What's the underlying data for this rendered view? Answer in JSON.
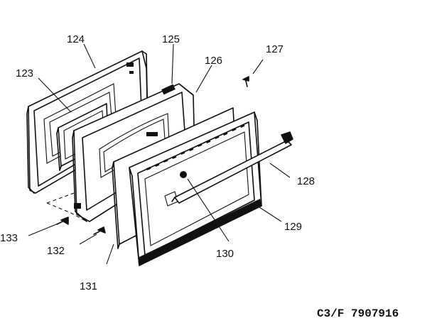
{
  "callouts": {
    "p123": "123",
    "p124": "124",
    "p125": "125",
    "p126": "126",
    "p127": "127",
    "p128": "128",
    "p129": "129",
    "p130": "130",
    "p131": "131",
    "p132": "132",
    "p133": "133"
  },
  "diagram_code": "C3/F 7907916"
}
